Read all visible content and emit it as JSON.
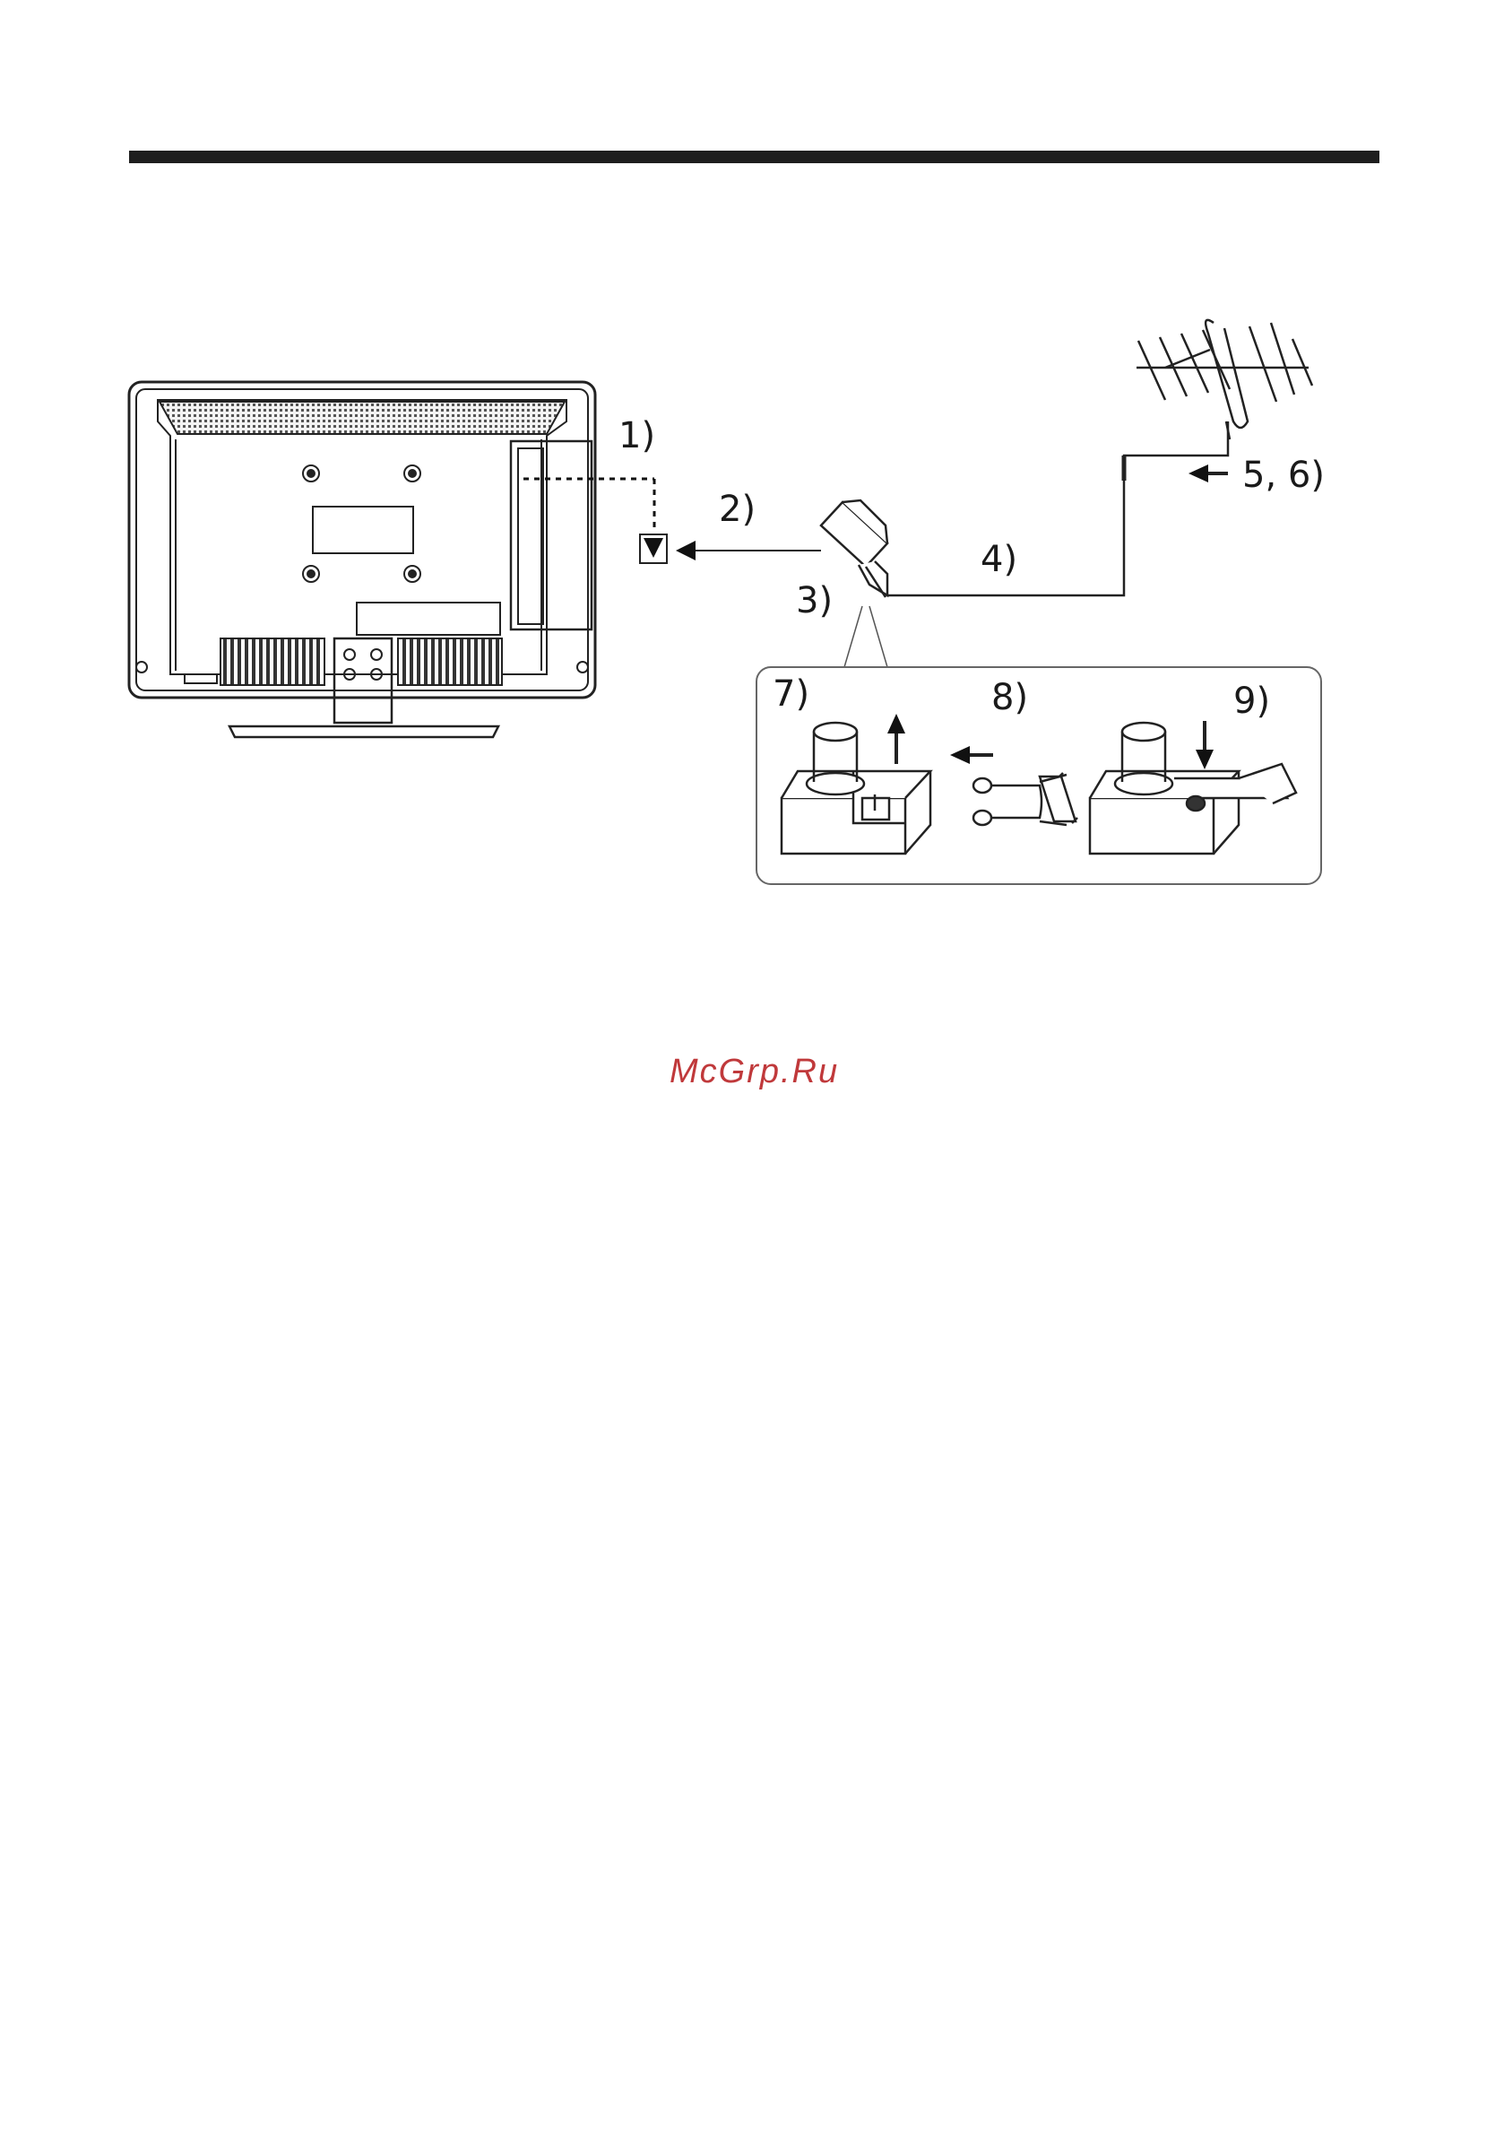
{
  "header_rule_color": "#1e1e1e",
  "labels": {
    "step1": "1)",
    "step2": "2)",
    "step3": "3)",
    "step4": "4)",
    "step5_6": "5, 6)",
    "step7": "7)",
    "step8": "8)",
    "step9": "9)"
  },
  "watermark": {
    "text": "McGrp.Ru",
    "color": "#c0393b"
  },
  "icons": [
    "tv-rear-panel",
    "antenna-input-socket-icon",
    "plug-connector",
    "yagi-antenna",
    "arrow-icon",
    "coax-plug-assembly"
  ]
}
